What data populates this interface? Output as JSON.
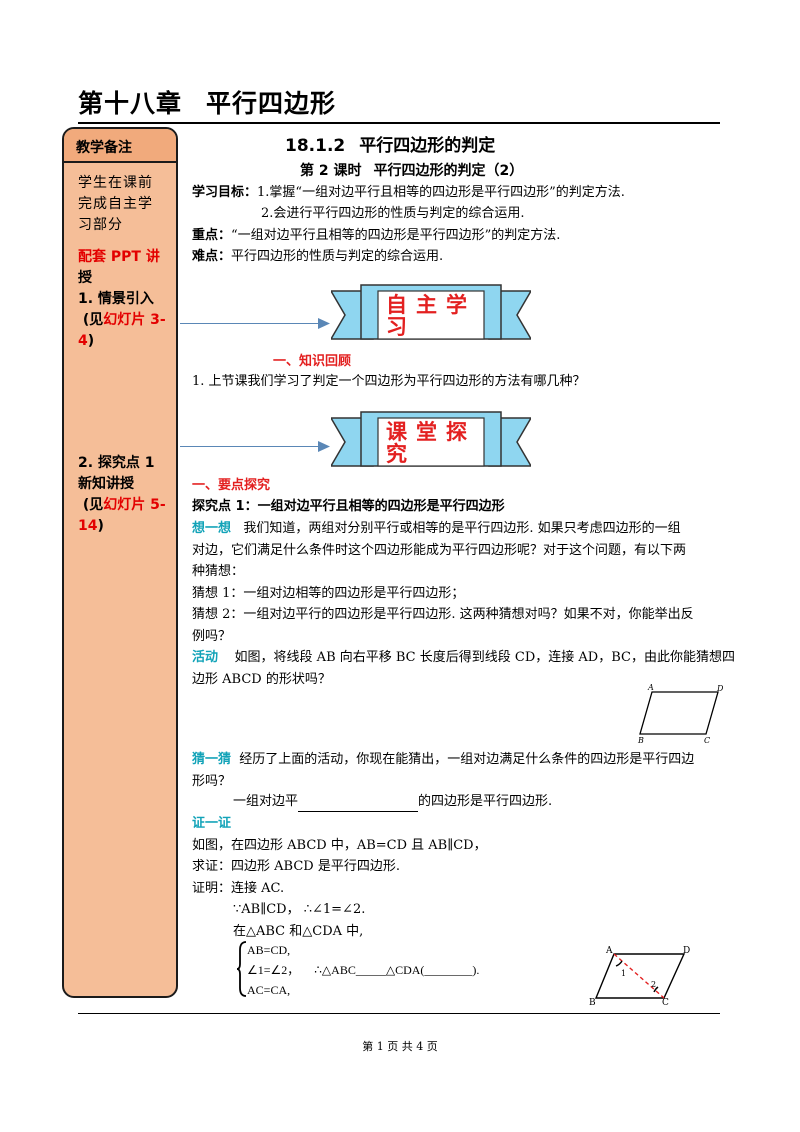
{
  "header": {
    "chapter": "第十八章",
    "title": "平行四边形"
  },
  "sidebar": {
    "heading": "教学备注",
    "note": [
      "学生在课前",
      "完成自主学",
      "习部分"
    ],
    "ppt": "配套 PPT 讲",
    "ppt2": "授",
    "step1": "1. 情景引入",
    "step1_ref_a": "(见",
    "step1_ref_b": "幻灯片 3-",
    "step1_ref_c": "4",
    "step1_ref_d": ")",
    "step2_a": "2. 探究点 1",
    "step2_b": "新知讲授",
    "step2_ref_a": "(见",
    "step2_ref_b": "幻灯片 5-",
    "step2_ref_c": "14",
    "step2_ref_d": ")"
  },
  "section": {
    "number": "18.1.2",
    "title": "平行四边形的判定"
  },
  "lesson": {
    "period": "第 2 课时",
    "title": "平行四边形的判定（2）"
  },
  "goals": {
    "label": "学习目标：",
    "g1": "1.掌握“一组对边平行且相等的四边形是平行四边形”的判定方法.",
    "g2": "2.会进行平行四边形的性质与判定的综合运用.",
    "key_label": "重点：",
    "key": "“一组对边平行且相等的四边形是平行四边形”的判定方法.",
    "diff_label": "难点：",
    "diff": "平行四边形的性质与判定的综合运用."
  },
  "banner1": {
    "line1": "自主学",
    "line2": "习"
  },
  "review": {
    "heading": "一、知识回顾",
    "q1": "1. 上节课我们学习了判定一个四边形为平行四边形的方法有哪几种？"
  },
  "banner2": {
    "line1": "课堂探",
    "line2": "究"
  },
  "explore": {
    "heading": "一、要点探究",
    "point_title": "探究点 1：一组对边平行且相等的四边形是平行四边形",
    "think_label": "想一想",
    "think_l1": "我们知道，两组对分别平行或相等的是平行四边形. 如果只考虑四边形的一组",
    "think_l2": "对边，它们满足什么条件时这个四边形能成为平行四边形呢？对于这个问题，有以下两",
    "think_l3": "种猜想：",
    "guess1": "猜想 1：一组对边相等的四边形是平行四边形；",
    "guess2_l1": "猜想 2：一组对边平行的四边形是平行四边形. 这两种猜想对吗？如果不对，你能举出反",
    "guess2_l2": "例吗？",
    "act_label": "活动",
    "act_l1": "如图，将线段 AB 向右平移 BC 长度后得到线段 CD，连接 AD，BC，由此你能猜想四",
    "act_l2": "边形 ABCD 的形状吗？",
    "fig1_labels": {
      "A": "A",
      "D": "D",
      "B": "B",
      "C": "C"
    },
    "guess_label": "猜一猜",
    "guess_l1": "经历了上面的活动，你现在能猜出，一组对边满足什么条件的四边形是平行四边",
    "guess_l2": "形吗？",
    "fill_a": "一组对边平",
    "fill_b": "的四边形是平行四边形.",
    "prove_label": "证一证",
    "given": "如图，在四边形 ABCD 中，AB=CD 且 AB∥CD，",
    "prove": "求证：四边形 ABCD 是平行四边形.",
    "proof_start": "证明：连接 AC.",
    "step1": "∵AB∥CD，  ∴∠1=∠2.",
    "step2": "在△ABC 和△CDA 中,",
    "sys1": "AB=CD,",
    "sys2": "∠1=∠2，",
    "sys2b": "∴△ABC_____△CDA(________).",
    "sys3": "AC=CA,",
    "fig2_labels": {
      "A": "A",
      "D": "D",
      "B": "B",
      "C": "C",
      "n1": "1",
      "n2": "2"
    }
  },
  "footer": {
    "page_text": "第 1 页 共 4 页"
  },
  "colors": {
    "sidebar_bg": "#f5be98",
    "banner_bg": "#8fd6f0",
    "accent_red": "#e32020",
    "accent_teal": "#12a3b8"
  }
}
